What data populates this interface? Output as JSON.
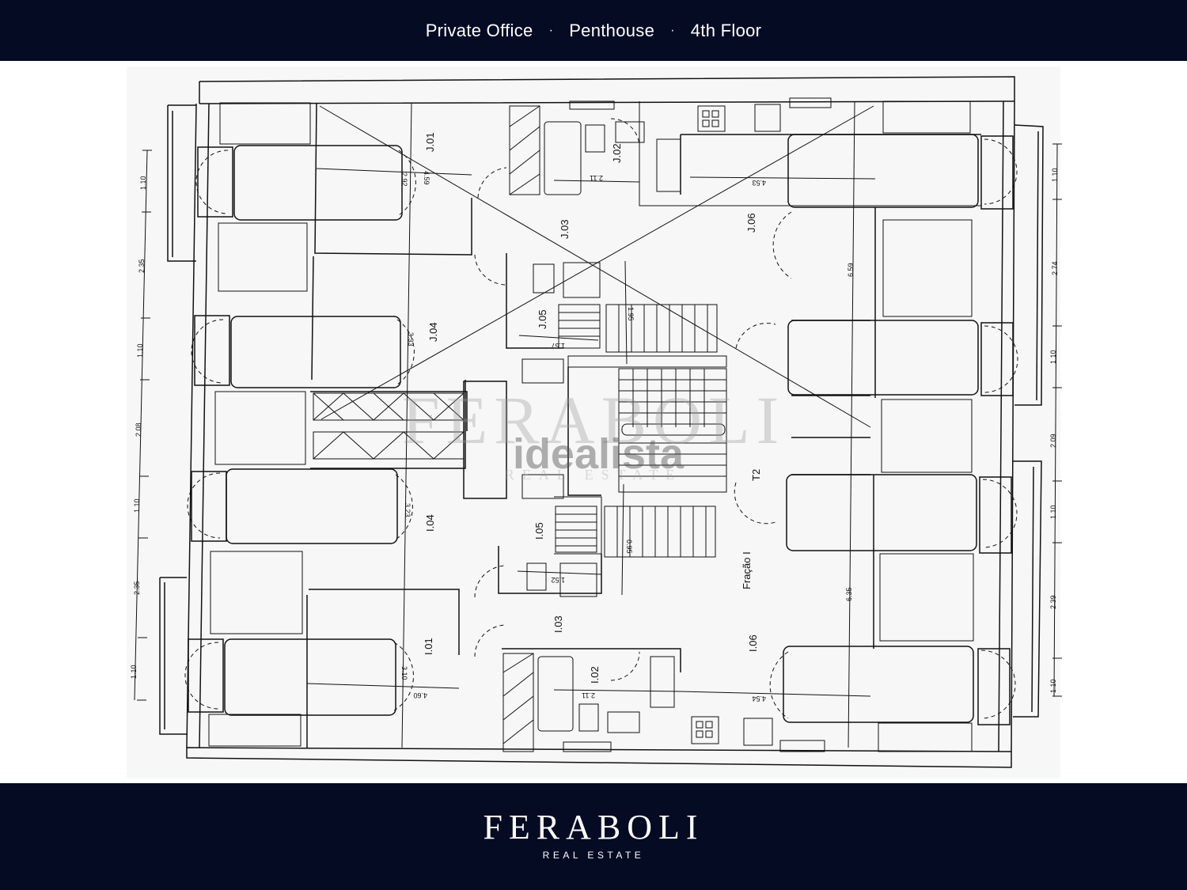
{
  "header": {
    "items": [
      "Private Office",
      "Penthouse",
      "4th Floor"
    ],
    "separator": "·"
  },
  "plan": {
    "room_labels": {
      "j01": "J.01",
      "j02": "J.02",
      "j03": "J.03",
      "j04": "J.04",
      "j05": "J.05",
      "j06": "J.06",
      "i01": "I.01",
      "i02": "I.02",
      "i03": "I.03",
      "i04": "I.04",
      "i05": "I.05",
      "i06": "I.06",
      "t2": "T2",
      "fracao": "Fração I"
    },
    "dimensions": {
      "l1": "1.10",
      "l2": "2.35",
      "l3": "1.10",
      "l4": "2.08",
      "l5": "1.10",
      "l6": "2.35",
      "l7": "1.10",
      "r1": "1.10",
      "r2": "2.74",
      "r3": "1.10",
      "r4": "2.09",
      "r5": "1.10",
      "r6": "2.39",
      "r7": "1.10",
      "d459": "4.59",
      "d292": "2.92",
      "d211a": "2.11",
      "d453": "4.53",
      "d659": "6.59",
      "d333": "3.33",
      "d195": "1.95",
      "d157": "1.57",
      "d323": "3.23",
      "d635": "6.35",
      "d310": "3.10",
      "d460": "4.60",
      "d211b": "2.11",
      "d454": "4.54",
      "d095": "0.95",
      "d152": "1.52"
    },
    "watermark": {
      "brand": "FERABOLI",
      "portal": "idealista",
      "sub": "REAL ESTATE"
    }
  },
  "footer": {
    "brand": "FERABOLI",
    "tagline": "REAL ESTATE"
  },
  "colors": {
    "navy": "#050b23",
    "white": "#ffffff",
    "ink": "#111111"
  }
}
